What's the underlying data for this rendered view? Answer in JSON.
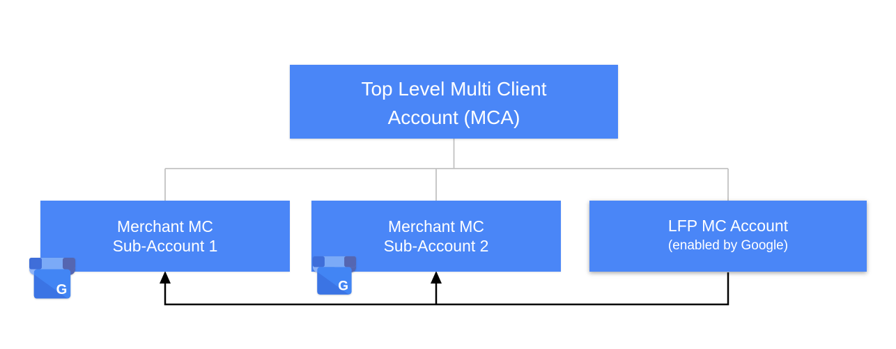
{
  "colors": {
    "background": "#ffffff",
    "node_fill": "#4a86f7",
    "node_text": "#ffffff",
    "tree_line": "#c2c2c2",
    "arrow_line": "#000000",
    "icon_body": "#4285f4",
    "icon_body_shade": "#3b74e4",
    "icon_awning_light": "#8fb4f8",
    "icon_awning_mid": "#7baaf7",
    "icon_awning_dark": "#3f6ed9",
    "icon_awning_indigo": "#5566b1",
    "icon_letter_color": "#ffffff"
  },
  "nodes": {
    "mca": {
      "line1": "Top Level Multi Client",
      "line2": "Account (MCA)"
    },
    "sub1": {
      "line1": "Merchant MC",
      "line2": "Sub-Account 1"
    },
    "sub2": {
      "line1": "Merchant MC",
      "line2": "Sub-Account 2"
    },
    "lfp": {
      "line1": "LFP MC Account",
      "line2": "(enabled by Google)"
    }
  },
  "icons": {
    "business_profile_letter": "G"
  }
}
